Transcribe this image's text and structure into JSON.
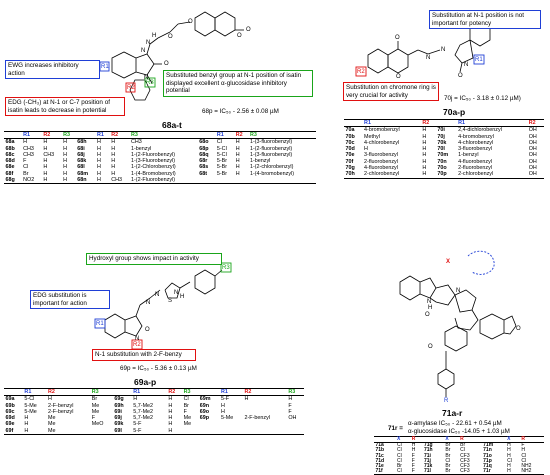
{
  "colors": {
    "blue": "#1f3fd6",
    "red": "#e01010",
    "green": "#1aa51a"
  },
  "s68": {
    "ewg": "EWG increases inhibitory action",
    "benzyl": "Substituted benzyl group at N-1 position of isatin displayed excellent α-glucosidase inhibitory potential",
    "edg": "EDG (-CH₃) at N-1 or C-7 position of isatin leads to decrease in potential",
    "ic50": "68p = IC₅₀ - 2.56 ± 0.08 µM",
    "caption": "68a-t",
    "atoms": {
      "r1": "R1",
      "r2": "R2",
      "r3": "R3",
      "n": "N",
      "nh": "N",
      "n2": "N",
      "h": "H",
      "o1": "O",
      "o2": "O",
      "o3": "O",
      "o4": "O",
      "o5": "O"
    },
    "headers": [
      "R1",
      "R2",
      "R3"
    ],
    "rows": [
      [
        "68a",
        "H",
        "H",
        "H",
        "68h",
        "H",
        "H",
        "CH3",
        "68o",
        "Cl",
        "H",
        "1-(3-fluorobenzyl)"
      ],
      [
        "68b",
        "CH3",
        "H",
        "H",
        "68i",
        "H",
        "H",
        "1-benzyl",
        "68p",
        "5-Cl",
        "H",
        "1-(2-fluorobenzyl)"
      ],
      [
        "68c",
        "CH3",
        "CH3",
        "H",
        "68j",
        "H",
        "H",
        "1-(2-Fluorobenzyl)",
        "68q",
        "5-Cl",
        "H",
        "1-(3-fluorobenzyl)"
      ],
      [
        "68d",
        "F",
        "H",
        "H",
        "68k",
        "H",
        "H",
        "1-(3-Fluorobenzyl)",
        "68r",
        "5-Br",
        "H",
        "1-benzyl"
      ],
      [
        "68e",
        "Cl",
        "H",
        "H",
        "68l",
        "H",
        "H",
        "1-(2-Chlorobenzyl)",
        "68s",
        "5-Br",
        "H",
        "1-(2-chlorobenzyl)"
      ],
      [
        "68f",
        "Br",
        "H",
        "H",
        "68m",
        "H",
        "H",
        "1-(4-Bromobenzyl)",
        "68t",
        "5-Br",
        "H",
        "1-(4-bromobenzyl)"
      ],
      [
        "68g",
        "NO2",
        "H",
        "H",
        "68n",
        "H",
        "CH3",
        "1-(2-Fluorobenzyl)",
        "",
        "",
        "",
        ""
      ]
    ]
  },
  "s70": {
    "n1": "Substitution at N-1 position is not important for potency",
    "chromone": "Substitution on chromone ring is very crucial for activity",
    "ic50": "70j = IC₅₀ - 3.18 ± 0.12 µM)",
    "caption": "70a-p",
    "atoms": {
      "r1": "R1",
      "r2": "R2",
      "o1": "O",
      "o2": "O",
      "o3": "O",
      "n1": "N",
      "n2": "N",
      "n3": "N"
    },
    "headers": [
      "R1",
      "R2",
      "R1",
      "R2"
    ],
    "rows": [
      [
        "70a",
        "4-bromobenzyl",
        "H",
        "70i",
        "2,4-dichlorobenzyl",
        "OH"
      ],
      [
        "70b",
        "Methyl",
        "H",
        "70j",
        "4-bromobenzyl",
        "OH"
      ],
      [
        "70c",
        "4-chlorobenzyl",
        "H",
        "70k",
        "4-chlorobenzyl",
        "OH"
      ],
      [
        "70d",
        "H",
        "H",
        "70l",
        "3-fluorobenzyl",
        "OH"
      ],
      [
        "70e",
        "3-fluorobenzyl",
        "H",
        "70m",
        "1-benzyl",
        "OH"
      ],
      [
        "70f",
        "2-fluorobenzyl",
        "H",
        "70n",
        "4-fluorobenzyl",
        "OH"
      ],
      [
        "70g",
        "4-fluorobenzyl",
        "H",
        "70o",
        "2-fluorobenzyl",
        "OH"
      ],
      [
        "70h",
        "2-chlorobenzyl",
        "H",
        "70p",
        "2-chlorobenzyl",
        "OH"
      ]
    ]
  },
  "s69": {
    "hydroxyl": "Hydroxyl group shows impact in activity",
    "edg": "EDG substitution is important for action",
    "n1": "N-1 substitution with 2-F-benzy",
    "ic50": "69p = IC₅₀ - 5.36 ± 0.13 µM",
    "caption": "69a-p",
    "atoms": {
      "r1": "R1",
      "r2": "R2",
      "r3": "R3",
      "s": "S",
      "n1": "N",
      "n2": "N",
      "n3": "N",
      "nh": "N",
      "h": "H",
      "o": "O"
    },
    "headers": [
      "R1",
      "R2",
      "R3"
    ],
    "rows": [
      [
        "69a",
        "5-Cl",
        "H",
        "Br",
        "69g",
        "H",
        "H",
        "Cl",
        "69m",
        "5-F",
        "H",
        "H"
      ],
      [
        "69b",
        "5-Me",
        "2-F-benzyl",
        "Me",
        "69h",
        "5,7-Me2",
        "H",
        "Br",
        "69n",
        "H",
        "",
        "F"
      ],
      [
        "69c",
        "5-Me",
        "2-F-benzyl",
        "Me",
        "69i",
        "5,7-Me2",
        "H",
        "F",
        "69o",
        "H",
        "",
        "F"
      ],
      [
        "69d",
        "H",
        "Me",
        "F",
        "69j",
        "5,7-Me2",
        "H",
        "Me",
        "69p",
        "5-Me",
        "2-F-benzyl",
        "OH"
      ],
      [
        "69e",
        "H",
        "Me",
        "MeO",
        "69k",
        "5-F",
        "H",
        "Me",
        "",
        "",
        "",
        ""
      ],
      [
        "69f",
        "H",
        "Me",
        "",
        "69l",
        "5-F",
        "H",
        "",
        "",
        "",
        "",
        ""
      ]
    ]
  },
  "s71": {
    "ic50_title": "71r =",
    "ic50_amylase": "α-amylase IC₅₀ - 22.61 + 0.54 µM",
    "ic50_gluco": "α-glucosidase IC₅₀ -14.05 + 1.03 µM",
    "caption": "71a-r",
    "atoms": {
      "x": "X",
      "r": "R",
      "nh": "N",
      "n": "N",
      "h": "H",
      "o1": "O",
      "o2": "O",
      "o3": "O"
    },
    "headers": [
      "X",
      "R",
      "X",
      "R",
      "X",
      "R"
    ],
    "rows": [
      [
        "71a",
        "Cl",
        "H",
        "71g",
        "Br",
        "Br",
        "71m",
        "H",
        "F"
      ],
      [
        "71b",
        "Cl",
        "H",
        "71h",
        "Br",
        "Cl",
        "71n",
        "H",
        "H"
      ],
      [
        "71c",
        "Cl",
        "F",
        "71i",
        "Br",
        "CF3",
        "71o",
        "H",
        "Cl"
      ],
      [
        "71d",
        "Cl",
        "F",
        "71j",
        "Cl",
        "CF3",
        "71p",
        "Cl",
        "Cl"
      ],
      [
        "71e",
        "Br",
        "F",
        "71k",
        "Br",
        "CF3",
        "71q",
        "H",
        "NH2"
      ],
      [
        "71f",
        "Cl",
        "F",
        "71l",
        "Br",
        "CF3",
        "71r",
        "H",
        "NH2"
      ]
    ]
  }
}
